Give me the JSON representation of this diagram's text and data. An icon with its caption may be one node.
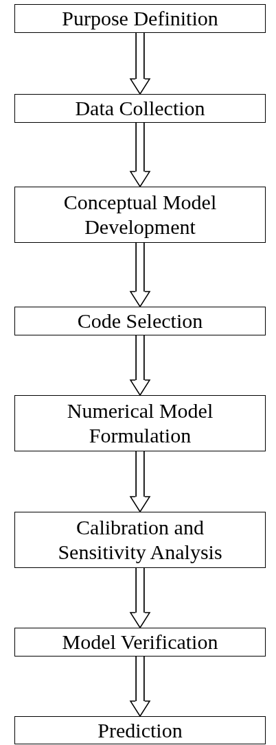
{
  "diagram": {
    "nodes": [
      {
        "text": [
          "Purpose Definition"
        ]
      },
      {
        "text": [
          "Data Collection"
        ]
      },
      {
        "text": [
          "Conceptual Model Development"
        ]
      },
      {
        "text": [
          "Code Selection"
        ]
      },
      {
        "text": [
          "Numerical Model Formulation"
        ]
      },
      {
        "text": [
          "Calibration and Sensitivity Analysis"
        ]
      },
      {
        "text": [
          "Model Verification"
        ]
      },
      {
        "text": [
          "Prediction"
        ]
      }
    ],
    "edges": [
      {
        "from": 0,
        "to": 1,
        "arrow": "to"
      },
      {
        "from": 1,
        "to": 2,
        "arrow": "to"
      },
      {
        "from": 2,
        "to": 3,
        "arrow": "to"
      },
      {
        "from": 3,
        "to": 4,
        "arrow": "to"
      },
      {
        "from": 4,
        "to": 5,
        "arrow": "to"
      },
      {
        "from": 5,
        "to": 6,
        "arrow": "to"
      },
      {
        "from": 6,
        "to": 7,
        "arrow": "to"
      }
    ]
  }
}
